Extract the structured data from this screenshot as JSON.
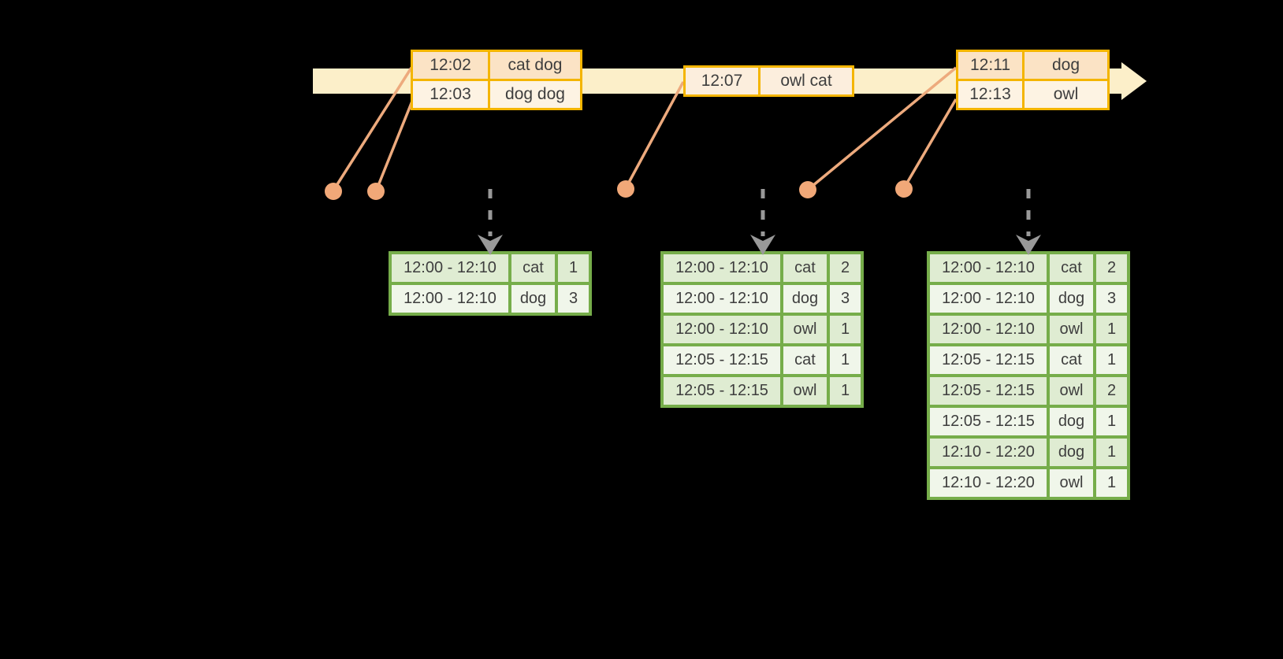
{
  "colors": {
    "background": "#000000",
    "timeline_fill": "#fcefc9",
    "event_border": "#f4b500",
    "event_row_dark": "#fbe3c5",
    "event_row_light": "#fdf3e3",
    "marker_orange": "#f1a878",
    "result_border": "#76ad4a",
    "result_row_dark": "#dfecd2",
    "result_row_light": "#f0f6ea",
    "trigger_arrow_gray": "#999999",
    "cell_text": "#3e3e3e"
  },
  "event_tables": [
    {
      "rows": [
        {
          "time": "12:02",
          "words": "cat dog"
        },
        {
          "time": "12:03",
          "words": "dog dog"
        }
      ]
    },
    {
      "rows": [
        {
          "time": "12:07",
          "words": "owl cat"
        }
      ]
    },
    {
      "rows": [
        {
          "time": "12:11",
          "words": "dog"
        },
        {
          "time": "12:13",
          "words": "owl"
        }
      ]
    }
  ],
  "result_tables": [
    {
      "rows": [
        {
          "window": "12:00 - 12:10",
          "word": "cat",
          "count": "1"
        },
        {
          "window": "12:00 - 12:10",
          "word": "dog",
          "count": "3"
        }
      ]
    },
    {
      "rows": [
        {
          "window": "12:00 - 12:10",
          "word": "cat",
          "count": "2"
        },
        {
          "window": "12:00 - 12:10",
          "word": "dog",
          "count": "3"
        },
        {
          "window": "12:00 - 12:10",
          "word": "owl",
          "count": "1"
        },
        {
          "window": "12:05 - 12:15",
          "word": "cat",
          "count": "1"
        },
        {
          "window": "12:05 - 12:15",
          "word": "owl",
          "count": "1"
        }
      ]
    },
    {
      "rows": [
        {
          "window": "12:00 - 12:10",
          "word": "cat",
          "count": "2"
        },
        {
          "window": "12:00 - 12:10",
          "word": "dog",
          "count": "3"
        },
        {
          "window": "12:00 - 12:10",
          "word": "owl",
          "count": "1"
        },
        {
          "window": "12:05 - 12:15",
          "word": "cat",
          "count": "1"
        },
        {
          "window": "12:05 - 12:15",
          "word": "owl",
          "count": "2"
        },
        {
          "window": "12:05 - 12:15",
          "word": "dog",
          "count": "1"
        },
        {
          "window": "12:10 - 12:20",
          "word": "dog",
          "count": "1"
        },
        {
          "window": "12:10 - 12:20",
          "word": "owl",
          "count": "1"
        }
      ]
    }
  ]
}
